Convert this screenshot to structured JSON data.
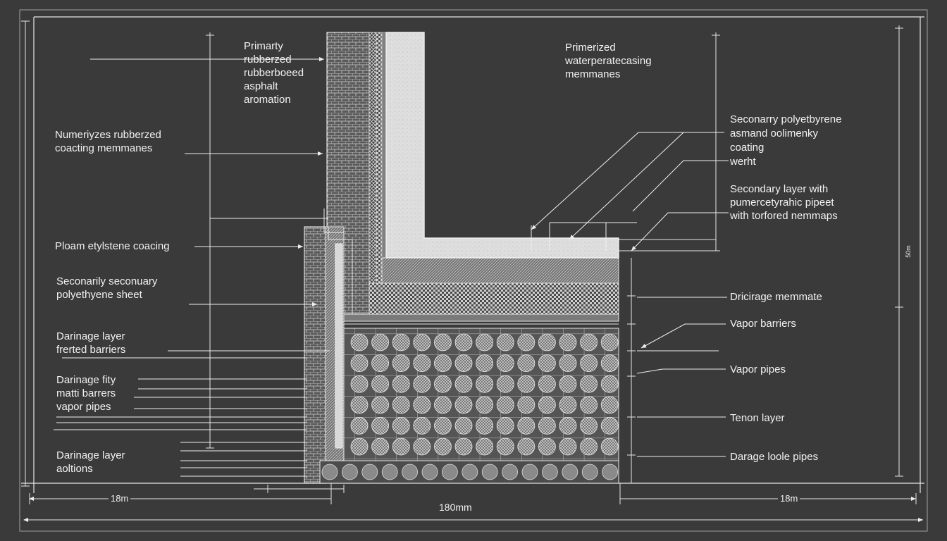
{
  "labels_left": [
    {
      "id": "primary",
      "text": "Primarty\nrubberzed\nrubberboeed\nasphalt\naromation"
    },
    {
      "id": "numeric",
      "text": "Numeriyzes rubberzed\ncoacting memmanes"
    },
    {
      "id": "ploam",
      "text": "Ploam etylstene coacing"
    },
    {
      "id": "secondarily",
      "text": "Seconarily seconuary\npolyethyene sheet"
    },
    {
      "id": "darinage1",
      "text": "Darinage layer\nfrerted barriers"
    },
    {
      "id": "darinage2",
      "text": "Darinage fity\nmatti barrers\nvapor pipes"
    },
    {
      "id": "darinage3",
      "text": "Darinage layer\naoltions"
    }
  ],
  "labels_right": [
    {
      "id": "primerized",
      "text": "Primerized\nwaterperatecasing\nmemmanes"
    },
    {
      "id": "secondary-poly",
      "text": "Seconarry polyetbyrene\nasmand oolimenky\ncoating\nwerht"
    },
    {
      "id": "secondary-layer",
      "text": "Secondary layer with\npumercetyrahic pipeet\nwith torfored nemmaps"
    },
    {
      "id": "drainage-membrane",
      "text": "Dricirage memmate"
    },
    {
      "id": "vapor-barriers",
      "text": "Vapor barriers"
    },
    {
      "id": "vapor-pipes",
      "text": "Vapor pipes"
    },
    {
      "id": "tenon",
      "text": "Tenon layer"
    },
    {
      "id": "darage-pipes",
      "text": "Darage loole pipes"
    }
  ],
  "dimensions": {
    "left": "18m",
    "right": "18m",
    "total": "180mm",
    "vertical": "50m"
  }
}
